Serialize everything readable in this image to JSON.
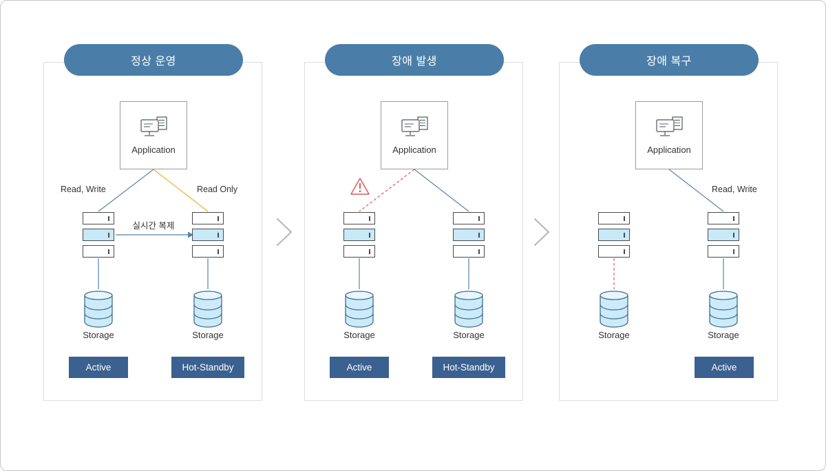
{
  "colors": {
    "pill_bg": "#4a7ea8",
    "badge_bg": "#3a618f",
    "line_blue": "#5584a8",
    "line_yellow": "#eec04e",
    "line_red": "#d85c5c",
    "server_fill": "#c7e9f8",
    "panel_border": "#dddddd"
  },
  "panels": [
    {
      "title": "정상 운영",
      "application_label": "Application",
      "left_link_label": "Read, Write",
      "right_link_label": "Read Only",
      "replication_label": "실시간 복제",
      "left_storage_label": "Storage",
      "right_storage_label": "Storage",
      "left_badge": "Active",
      "right_badge": "Hot-Standby"
    },
    {
      "title": "장애 발생",
      "application_label": "Application",
      "left_storage_label": "Storage",
      "right_storage_label": "Storage",
      "left_badge": "Active",
      "right_badge": "Hot-Standby"
    },
    {
      "title": "장애 복구",
      "application_label": "Application",
      "right_link_label": "Read, Write",
      "left_storage_label": "Storage",
      "right_storage_label": "Storage",
      "right_badge": "Active"
    }
  ]
}
